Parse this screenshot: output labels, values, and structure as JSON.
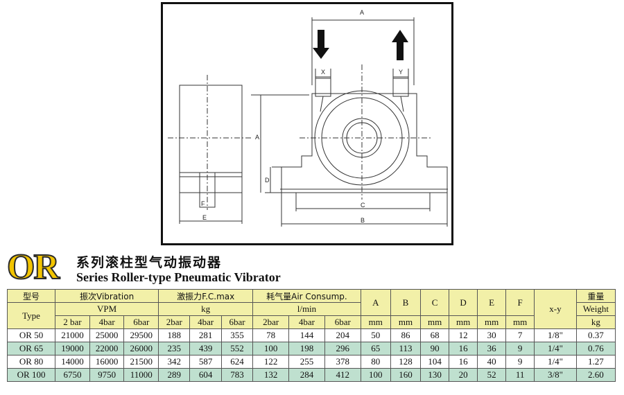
{
  "drawing": {
    "dims": {
      "A": "A",
      "B": "B",
      "C": "C",
      "D": "D",
      "E": "E",
      "F": "F",
      "X": "X",
      "Y": "Y"
    }
  },
  "header": {
    "logo": "OR",
    "title_cn": "系列滚柱型气动振动器",
    "title_en": "Series Roller-type Pneumatic Vibrator"
  },
  "table": {
    "h_type_cn": "型号",
    "h_type_en": "Type",
    "h_vib": "振次Vibration",
    "h_vpm": "VPM",
    "h_force": "激振力F.C.max",
    "h_force_unit": "kg",
    "h_air": "耗气量Air Consump.",
    "h_air_unit": "l/min",
    "h_A": "A",
    "h_B": "B",
    "h_C": "C",
    "h_D": "D",
    "h_E": "E",
    "h_F": "F",
    "h_xy": "x-y",
    "h_weight_cn": "重量",
    "h_weight_en": "Weight",
    "h_weight_unit": "kg",
    "p2": "2 bar",
    "p4": "4bar",
    "p6": "6bar",
    "f2": "2bar",
    "f4": "4bar",
    "f6": "6bar",
    "a2": "2bar",
    "a4": "4bar",
    "a6": "6bar",
    "mm": "mm",
    "rows": [
      [
        "OR 50",
        "21000",
        "25000",
        "29500",
        "188",
        "281",
        "355",
        "78",
        "144",
        "204",
        "50",
        "86",
        "68",
        "12",
        "30",
        "7",
        "1/8\"",
        "0.37"
      ],
      [
        "OR 65",
        "19000",
        "22000",
        "26000",
        "235",
        "439",
        "552",
        "100",
        "198",
        "296",
        "65",
        "113",
        "90",
        "16",
        "36",
        "9",
        "1/4\"",
        "0.76"
      ],
      [
        "OR 80",
        "14000",
        "16000",
        "21500",
        "342",
        "587",
        "624",
        "122",
        "255",
        "378",
        "80",
        "128",
        "104",
        "16",
        "40",
        "9",
        "1/4\"",
        "1.27"
      ],
      [
        "OR 100",
        "6750",
        "9750",
        "11000",
        "289",
        "604",
        "783",
        "132",
        "284",
        "412",
        "100",
        "160",
        "130",
        "20",
        "52",
        "11",
        "3/8\"",
        "2.60"
      ]
    ]
  }
}
